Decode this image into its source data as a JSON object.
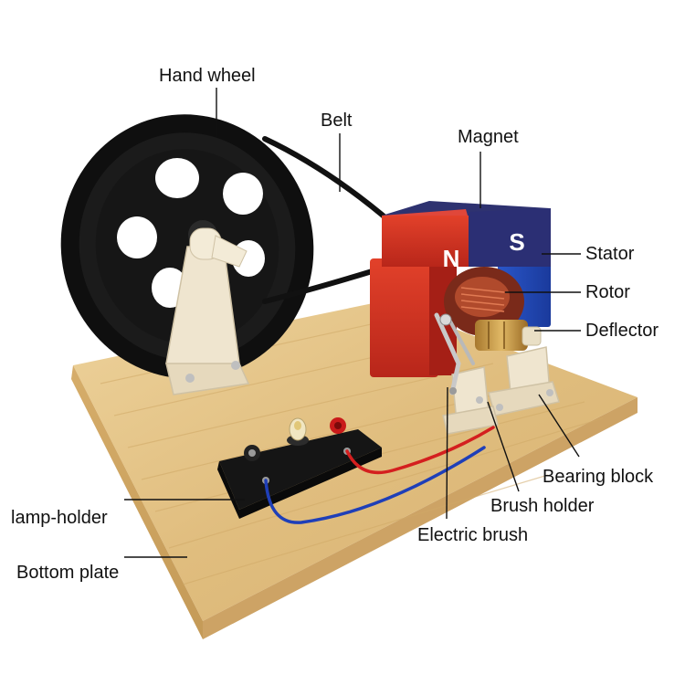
{
  "labels": {
    "hand_wheel": "Hand wheel",
    "belt": "Belt",
    "magnet": "Magnet",
    "stator": "Stator",
    "rotor": "Rotor",
    "deflector": "Deflector",
    "bearing_block": "Bearing block",
    "brush_holder": "Brush holder",
    "electric_brush": "Electric brush",
    "lamp_holder": "lamp-holder",
    "bottom_plate": "Bottom plate"
  },
  "magnet_poles": {
    "north": "N",
    "south": "S"
  },
  "colors": {
    "magnet_north": "#d8341f",
    "magnet_south": "#2b2f74",
    "wood": "#e3c387",
    "wheel": "#141414",
    "stand": "#efe5cf",
    "wire_red": "#d41f1f",
    "wire_blue": "#1f3fb8",
    "leader_line": "#111111"
  }
}
